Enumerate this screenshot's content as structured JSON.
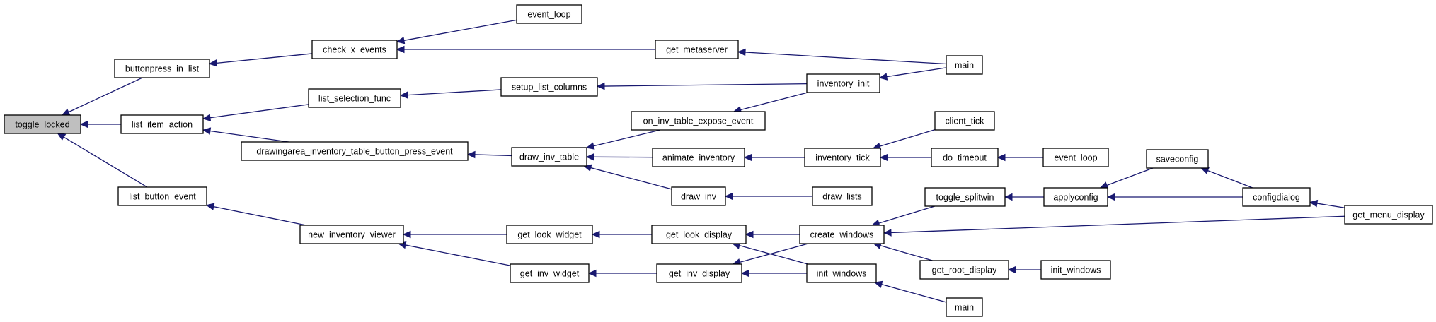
{
  "graph": {
    "title": "",
    "edge_color": "#191970",
    "root_fill": "#bfbfbf",
    "nodes": [
      {
        "id": "toggle_locked",
        "label": "toggle_locked",
        "root": true
      },
      {
        "id": "buttonpress_in_list",
        "label": "buttonpress_in_list"
      },
      {
        "id": "list_item_action",
        "label": "list_item_action"
      },
      {
        "id": "list_button_event",
        "label": "list_button_event"
      },
      {
        "id": "check_x_events",
        "label": "check_x_events"
      },
      {
        "id": "list_selection_func",
        "label": "list_selection_func"
      },
      {
        "id": "drawingarea",
        "label": "drawingarea_inventory_table_button_press_event"
      },
      {
        "id": "new_inventory_viewer",
        "label": "new_inventory_viewer"
      },
      {
        "id": "event_loop_1",
        "label": "event_loop"
      },
      {
        "id": "get_metaserver",
        "label": "get_metaserver"
      },
      {
        "id": "setup_list_columns",
        "label": "setup_list_columns"
      },
      {
        "id": "draw_inv_table",
        "label": "draw_inv_table"
      },
      {
        "id": "get_look_widget",
        "label": "get_look_widget"
      },
      {
        "id": "get_inv_widget",
        "label": "get_inv_widget"
      },
      {
        "id": "on_inv_table_expose_event",
        "label": "on_inv_table_expose_event"
      },
      {
        "id": "animate_inventory",
        "label": "animate_inventory"
      },
      {
        "id": "draw_inv",
        "label": "draw_inv"
      },
      {
        "id": "get_look_display",
        "label": "get_look_display"
      },
      {
        "id": "get_inv_display",
        "label": "get_inv_display"
      },
      {
        "id": "inventory_init",
        "label": "inventory_init"
      },
      {
        "id": "inventory_tick",
        "label": "inventory_tick"
      },
      {
        "id": "draw_lists",
        "label": "draw_lists"
      },
      {
        "id": "create_windows",
        "label": "create_windows"
      },
      {
        "id": "init_windows_1",
        "label": "init_windows"
      },
      {
        "id": "main_1",
        "label": "main"
      },
      {
        "id": "client_tick",
        "label": "client_tick"
      },
      {
        "id": "do_timeout",
        "label": "do_timeout"
      },
      {
        "id": "toggle_splitwin",
        "label": "toggle_splitwin"
      },
      {
        "id": "get_root_display",
        "label": "get_root_display"
      },
      {
        "id": "main_2",
        "label": "main"
      },
      {
        "id": "event_loop_2",
        "label": "event_loop"
      },
      {
        "id": "applyconfig",
        "label": "applyconfig"
      },
      {
        "id": "init_windows_2",
        "label": "init_windows"
      },
      {
        "id": "saveconfig",
        "label": "saveconfig"
      },
      {
        "id": "configdialog",
        "label": "configdialog"
      },
      {
        "id": "get_menu_display",
        "label": "get_menu_display"
      }
    ],
    "edges": [
      {
        "from": "buttonpress_in_list",
        "to": "toggle_locked"
      },
      {
        "from": "list_item_action",
        "to": "toggle_locked"
      },
      {
        "from": "list_button_event",
        "to": "toggle_locked"
      },
      {
        "from": "check_x_events",
        "to": "buttonpress_in_list"
      },
      {
        "from": "list_selection_func",
        "to": "list_item_action"
      },
      {
        "from": "drawingarea",
        "to": "list_item_action"
      },
      {
        "from": "new_inventory_viewer",
        "to": "list_button_event"
      },
      {
        "from": "event_loop_1",
        "to": "check_x_events"
      },
      {
        "from": "get_metaserver",
        "to": "check_x_events"
      },
      {
        "from": "main_2",
        "to": "get_metaserver"
      },
      {
        "from": "setup_list_columns",
        "to": "list_selection_func"
      },
      {
        "from": "inventory_init",
        "to": "setup_list_columns"
      },
      {
        "from": "main_2",
        "to": "inventory_init"
      },
      {
        "from": "draw_inv_table",
        "to": "drawingarea"
      },
      {
        "from": "on_inv_table_expose_event",
        "to": "draw_inv_table"
      },
      {
        "from": "animate_inventory",
        "to": "draw_inv_table"
      },
      {
        "from": "draw_inv",
        "to": "draw_inv_table"
      },
      {
        "from": "inventory_init",
        "to": "on_inv_table_expose_event"
      },
      {
        "from": "inventory_tick",
        "to": "animate_inventory"
      },
      {
        "from": "draw_lists",
        "to": "draw_inv"
      },
      {
        "from": "client_tick",
        "to": "inventory_tick"
      },
      {
        "from": "do_timeout",
        "to": "inventory_tick"
      },
      {
        "from": "event_loop_2",
        "to": "do_timeout"
      },
      {
        "from": "get_look_widget",
        "to": "new_inventory_viewer"
      },
      {
        "from": "get_inv_widget",
        "to": "new_inventory_viewer"
      },
      {
        "from": "get_look_display",
        "to": "get_look_widget"
      },
      {
        "from": "get_inv_display",
        "to": "get_inv_widget"
      },
      {
        "from": "create_windows",
        "to": "get_look_display"
      },
      {
        "from": "init_windows_1",
        "to": "get_look_display"
      },
      {
        "from": "create_windows",
        "to": "get_inv_display"
      },
      {
        "from": "init_windows_1",
        "to": "get_inv_display"
      },
      {
        "from": "toggle_splitwin",
        "to": "create_windows"
      },
      {
        "from": "get_menu_display",
        "to": "create_windows"
      },
      {
        "from": "get_root_display",
        "to": "create_windows"
      },
      {
        "from": "main_1",
        "to": "init_windows_1"
      },
      {
        "from": "applyconfig",
        "to": "toggle_splitwin"
      },
      {
        "from": "init_windows_2",
        "to": "get_root_display"
      },
      {
        "from": "saveconfig",
        "to": "applyconfig"
      },
      {
        "from": "configdialog",
        "to": "applyconfig"
      },
      {
        "from": "configdialog",
        "to": "saveconfig"
      },
      {
        "from": "get_menu_display",
        "to": "configdialog"
      }
    ]
  }
}
